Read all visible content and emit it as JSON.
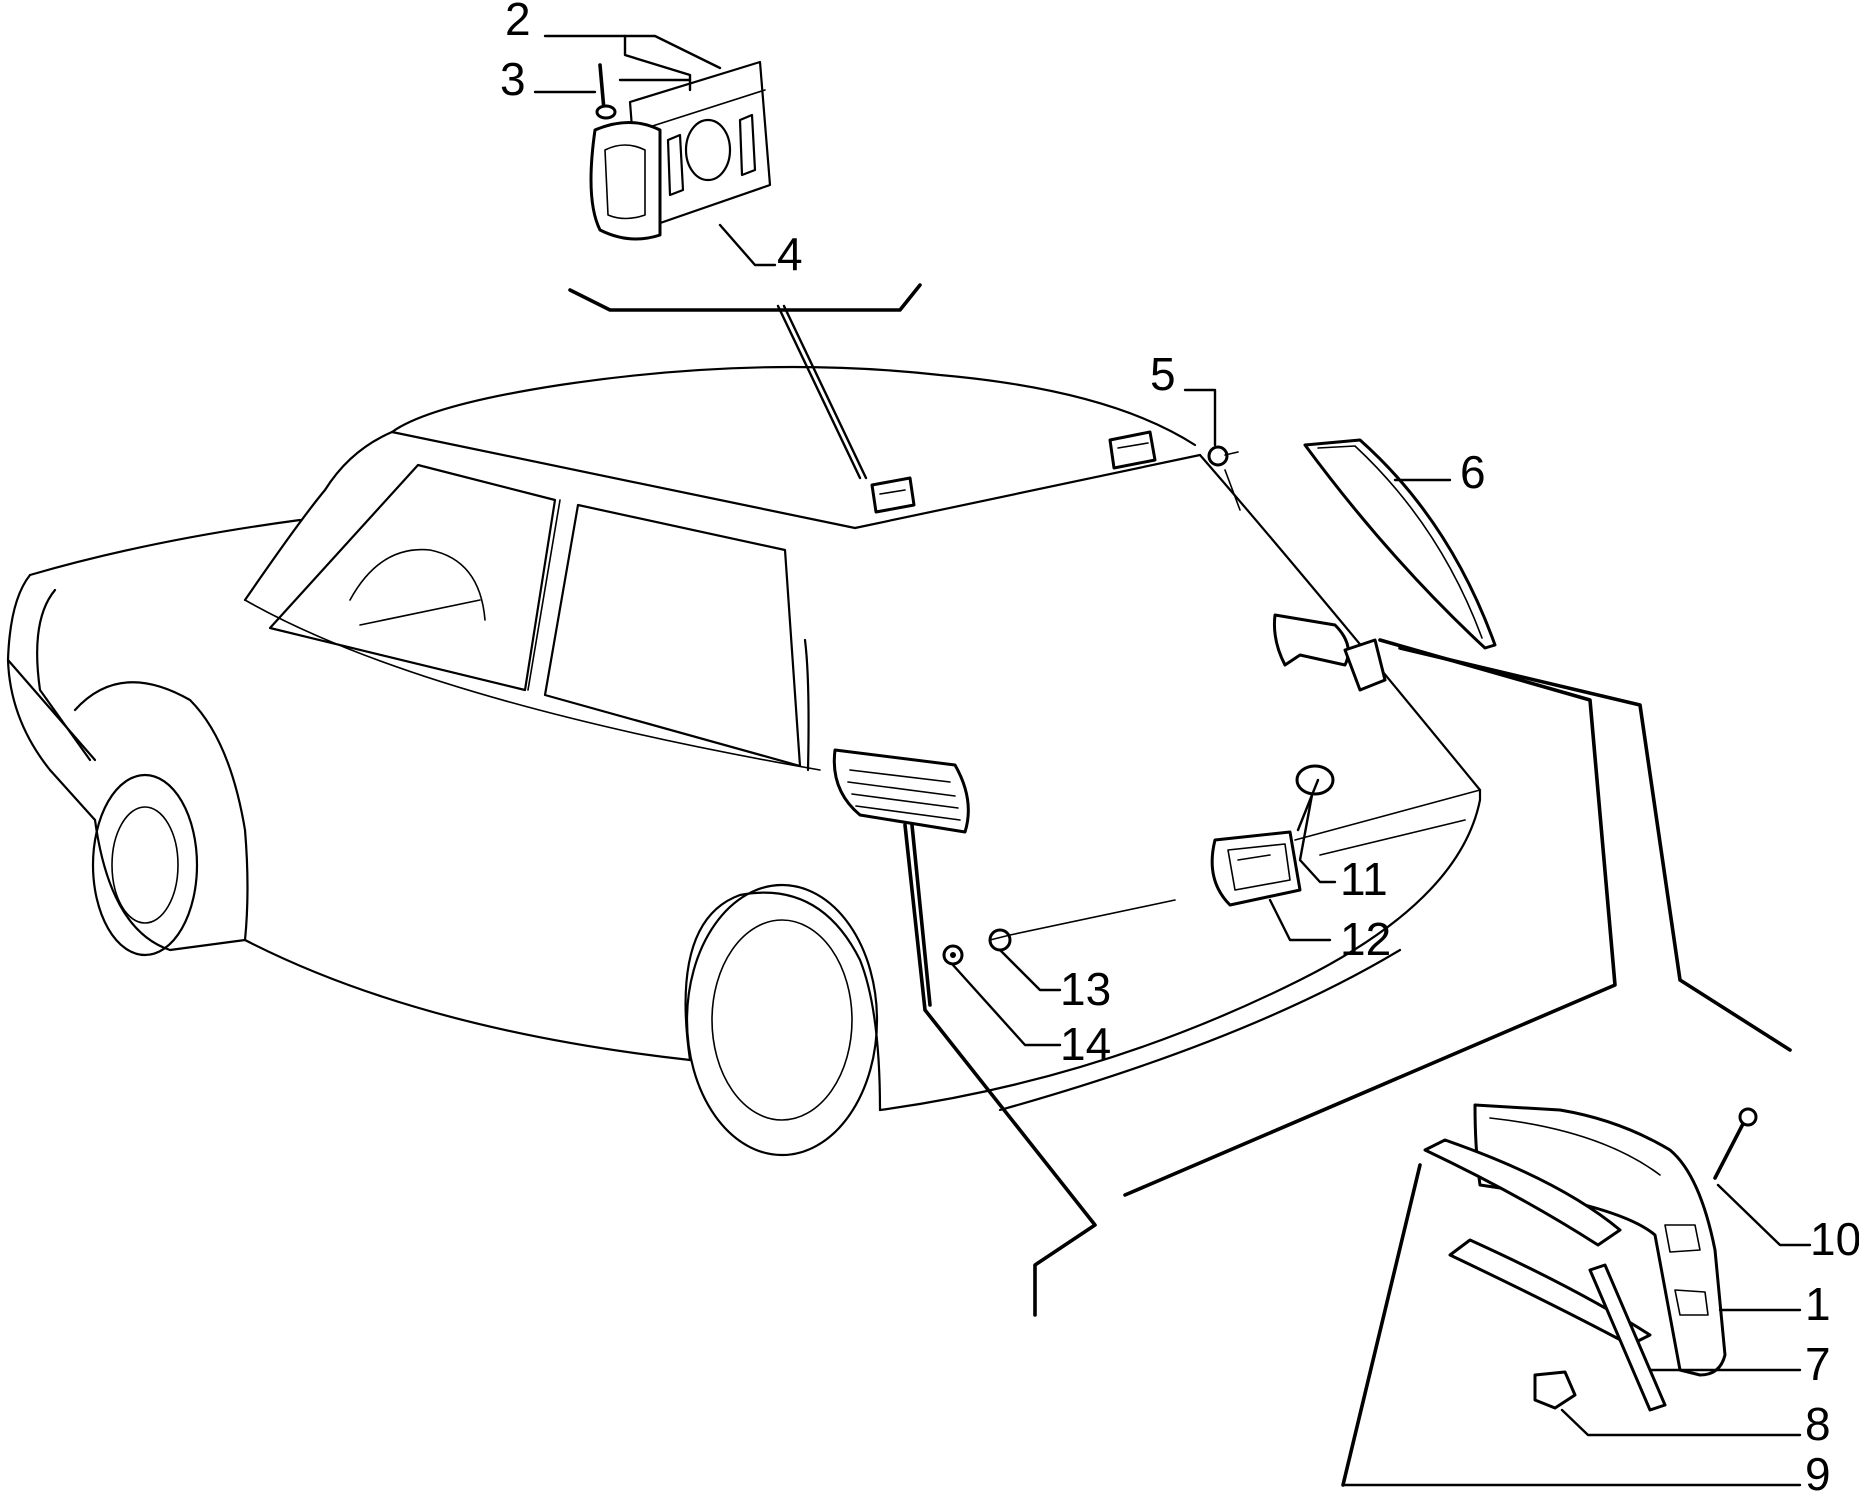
{
  "diagram": {
    "callouts": [
      {
        "id": "c2",
        "label": "2"
      },
      {
        "id": "c3",
        "label": "3"
      },
      {
        "id": "c4",
        "label": "4"
      },
      {
        "id": "c5",
        "label": "5"
      },
      {
        "id": "c6",
        "label": "6"
      },
      {
        "id": "c11",
        "label": "11"
      },
      {
        "id": "c12",
        "label": "12"
      },
      {
        "id": "c13",
        "label": "13"
      },
      {
        "id": "c14",
        "label": "14"
      },
      {
        "id": "c10",
        "label": "10"
      },
      {
        "id": "c1",
        "label": "1"
      },
      {
        "id": "c7",
        "label": "7"
      },
      {
        "id": "c8",
        "label": "8"
      },
      {
        "id": "c9",
        "label": "9"
      }
    ]
  }
}
